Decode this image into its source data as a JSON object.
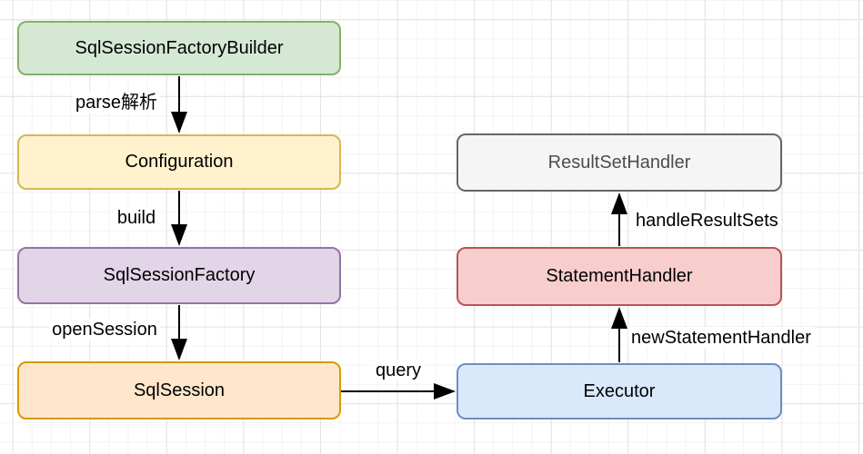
{
  "canvas": {
    "background_color": "#ffffff",
    "grid_minor_color": "#f3f3f3",
    "grid_major_color": "#e3e3e3"
  },
  "diagram": {
    "arrow_color": "#000000",
    "nodes": [
      {
        "id": "sql-session-factory-builder",
        "label": "SqlSessionFactoryBuilder",
        "fill": "#d5e8d4",
        "stroke": "#82b366",
        "text_color": "#000000"
      },
      {
        "id": "configuration",
        "label": "Configuration",
        "fill": "#fff2cc",
        "stroke": "#d6b656",
        "text_color": "#000000"
      },
      {
        "id": "sql-session-factory",
        "label": "SqlSessionFactory",
        "fill": "#e1d5e7",
        "stroke": "#9673a6",
        "text_color": "#000000"
      },
      {
        "id": "sql-session",
        "label": "SqlSession",
        "fill": "#ffe6cc",
        "stroke": "#d79b00",
        "text_color": "#000000"
      },
      {
        "id": "result-set-handler",
        "label": "ResultSetHandler",
        "fill": "#f5f5f5",
        "stroke": "#666666",
        "text_color": "#4d4d4d"
      },
      {
        "id": "statement-handler",
        "label": "StatementHandler",
        "fill": "#f8cecc",
        "stroke": "#b85450",
        "text_color": "#000000"
      },
      {
        "id": "executor",
        "label": "Executor",
        "fill": "#dae8fc",
        "stroke": "#6c8ebf",
        "text_color": "#000000"
      }
    ],
    "edges": [
      {
        "id": "parse",
        "label": "parse解析",
        "from": "sql-session-factory-builder",
        "to": "configuration",
        "direction": "down"
      },
      {
        "id": "build",
        "label": "build",
        "from": "configuration",
        "to": "sql-session-factory",
        "direction": "down"
      },
      {
        "id": "open-session",
        "label": "openSession",
        "from": "sql-session-factory",
        "to": "sql-session",
        "direction": "down"
      },
      {
        "id": "query",
        "label": "query",
        "from": "sql-session",
        "to": "executor",
        "direction": "right"
      },
      {
        "id": "new-statement-handler",
        "label": "newStatementHandler",
        "from": "executor",
        "to": "statement-handler",
        "direction": "up"
      },
      {
        "id": "handle-result-sets",
        "label": "handleResultSets",
        "from": "statement-handler",
        "to": "result-set-handler",
        "direction": "up"
      }
    ]
  }
}
